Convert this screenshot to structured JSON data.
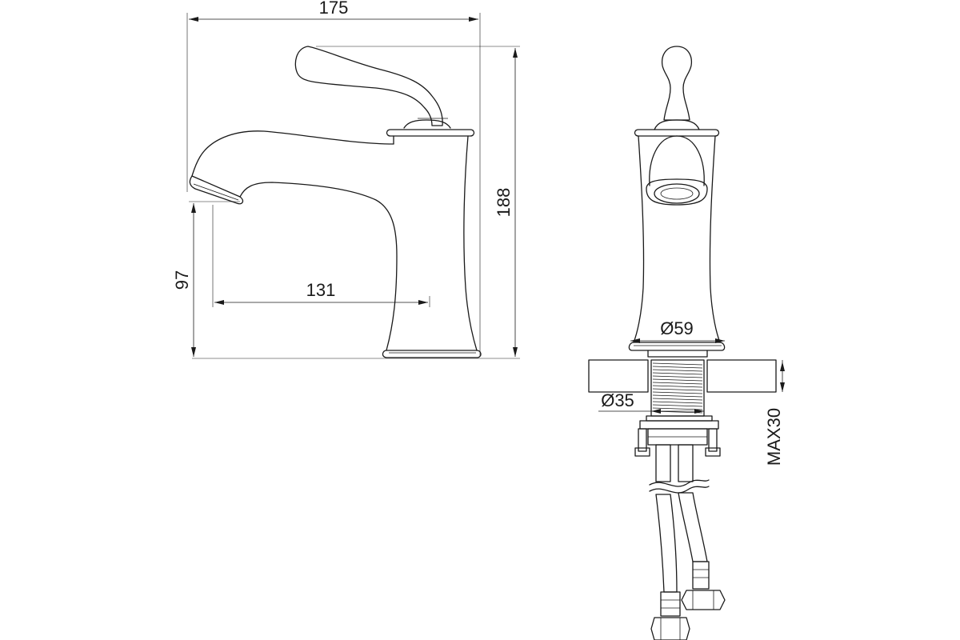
{
  "dimensions": {
    "overall_width": "175",
    "overall_height": "188",
    "spout_height": "97",
    "spout_reach": "131",
    "base_diameter": "Ø59",
    "thread_diameter": "Ø35",
    "max_deck_thickness": "MAX30"
  }
}
